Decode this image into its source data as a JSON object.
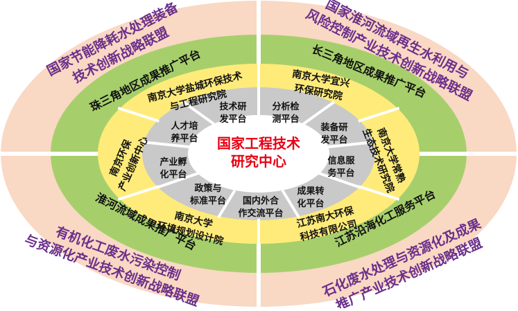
{
  "colors": {
    "outer_ring": "#f9d8c4",
    "green_ring": "#a6cf6b",
    "yellow_ring": "#ffeb7a",
    "gray_ring": "#c9c9c9",
    "center_disc": "#ffffff",
    "outer_text": "#6b2f8a",
    "center_text": "#e60012",
    "divider": "#ffffff"
  },
  "center": {
    "line1": "国家工程技术",
    "line2": "研究中心"
  },
  "outer_ring": {
    "top_left": [
      "国家节能降耗水处理装备",
      "技术创新战略联盟"
    ],
    "top_right": [
      "国家淮河流域再生水利用与",
      "风险控制产业技术创新战略联盟"
    ],
    "bottom_left": [
      "有机化工废水污染控制",
      "与资源化产业技术创新战略联盟"
    ],
    "bottom_right": [
      "石化废水处理与资源化及成果",
      "推广产业技术创新战略联盟"
    ]
  },
  "green_ring": {
    "top_left": "珠三角地区成果推广平台",
    "top_right": "长三角地区成果推广平台",
    "bottom_left": "淮河流域成果推广平台",
    "bottom_right": "江苏沿海化工服务平台"
  },
  "yellow_ring": {
    "top_left": [
      "南京大学盐城环保技术",
      "与工程研究院"
    ],
    "top_right": [
      "南京大学宜兴",
      "环保研究院"
    ],
    "right": [
      "南京大学常熟",
      "生态技术研究院"
    ],
    "bottom_right": [
      "江苏南大环保",
      "科技有限公司"
    ],
    "bottom_left": [
      "南京大学",
      "环境规划设计院"
    ],
    "left": [
      "南京环保",
      "产业创新中心"
    ]
  },
  "gray_ring": [
    [
      "技术研",
      "发平台"
    ],
    [
      "分析检",
      "测平台"
    ],
    [
      "装备研",
      "发平台"
    ],
    [
      "信息服",
      "务平台"
    ],
    [
      "成果转",
      "化平台"
    ],
    [
      "国内外合",
      "作交流平台"
    ],
    [
      "政策与",
      "标准平台"
    ],
    [
      "产业孵",
      "化平台"
    ],
    [
      "人才培",
      "养平台"
    ]
  ]
}
